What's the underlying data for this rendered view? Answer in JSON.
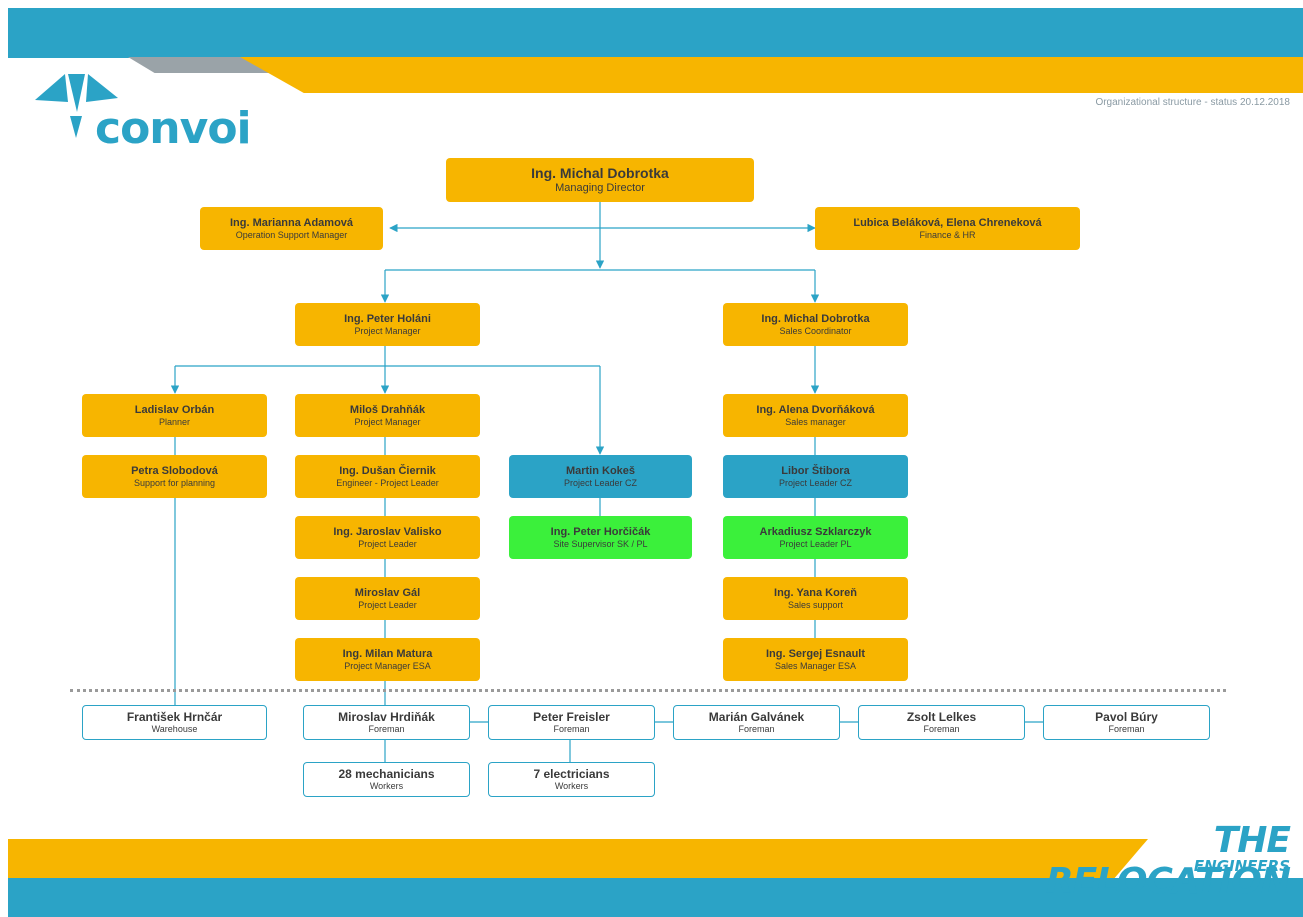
{
  "header": {
    "brand": "convoi",
    "status": "Organizational structure - status 20.12.2018"
  },
  "footer": {
    "tagline_main": "THE RELOCATION",
    "tagline_sub": "ENGINEERS"
  },
  "colors": {
    "blue": "#2ba3c6",
    "yellow": "#f7b500",
    "green": "#3bf03b",
    "gray": "#9aa3a8"
  },
  "org": {
    "director": {
      "name": "Ing. Michal Dobrotka",
      "role": "Managing Director"
    },
    "ops_support": {
      "name": "Ing. Marianna Adamová",
      "role": "Operation Support Manager"
    },
    "finance": {
      "name": "Ľubica Beláková, Elena Chreneková",
      "role": "Finance & HR"
    },
    "pm_main": {
      "name": "Ing. Peter Holáni",
      "role": "Project Manager"
    },
    "sales_coord": {
      "name": "Ing. Michal Dobrotka",
      "role": "Sales Coordinator"
    },
    "planner": {
      "name": "Ladislav Orbán",
      "role": "Planner"
    },
    "planning_support": {
      "name": "Petra Slobodová",
      "role": "Support for planning"
    },
    "pm2": {
      "name": "Miloš Drahňák",
      "role": "Project Manager"
    },
    "engineer": {
      "name": "Ing. Dušan Čiernik",
      "role": "Engineer - Project Leader"
    },
    "pl1": {
      "name": "Ing. Jaroslav Valisko",
      "role": "Project Leader"
    },
    "pl2": {
      "name": "Miroslav Gál",
      "role": "Project Leader"
    },
    "pm_esa": {
      "name": "Ing. Milan Matura",
      "role": "Project Manager ESA"
    },
    "pl_cz1": {
      "name": "Martin Kokeš",
      "role": "Project Leader CZ"
    },
    "site_supervisor": {
      "name": "Ing. Peter Horčičák",
      "role": "Site Supervisor SK / PL"
    },
    "sales_manager": {
      "name": "Ing. Alena Dvorňáková",
      "role": "Sales manager"
    },
    "pl_cz2": {
      "name": "Libor Štibora",
      "role": "Project Leader CZ"
    },
    "pl_pl": {
      "name": "Arkadiusz Szklarczyk",
      "role": "Project Leader PL"
    },
    "sales_support": {
      "name": "Ing. Yana Koreň",
      "role": "Sales support"
    },
    "sales_esa": {
      "name": "Ing. Sergej Esnault",
      "role": "Sales Manager ESA"
    },
    "warehouse": {
      "name": "František Hrnčár",
      "role": "Warehouse"
    },
    "foremen": [
      {
        "name": "Miroslav Hrdiňák",
        "role": "Foreman"
      },
      {
        "name": "Peter Freisler",
        "role": "Foreman"
      },
      {
        "name": "Marián Galvánek",
        "role": "Foreman"
      },
      {
        "name": "Zsolt Lelkes",
        "role": "Foreman"
      },
      {
        "name": "Pavol Búry",
        "role": "Foreman"
      }
    ],
    "workers": [
      {
        "name": "28 mechanicians",
        "role": "Workers"
      },
      {
        "name": "7 electricians",
        "role": "Workers"
      }
    ]
  }
}
